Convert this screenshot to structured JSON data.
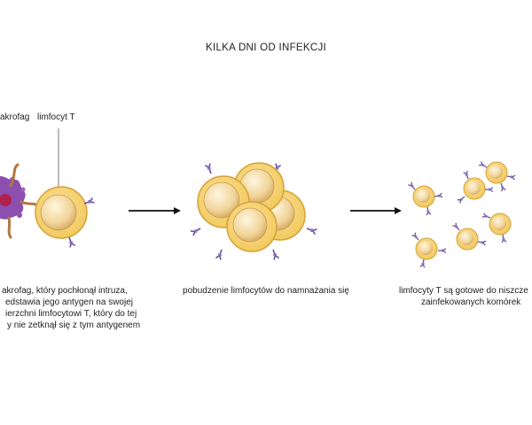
{
  "title": "KILKA DNI OD INFEKCJI",
  "labels": {
    "macrophage": "akrofag",
    "lymphocyte": "limfocyt T"
  },
  "captions": {
    "step1": [
      "akrofag, który pochłonął intruza,",
      "edstawia jego antygen na swojej",
      "ierzchni limfocytowi T, który do tej",
      "y nie zetknął się z tym antygenem"
    ],
    "step2": "pobudzenie limfocytów do namnażania się",
    "step3": [
      "limfocyty T są gotowe do niszcze",
      "zainfekowanych komórek"
    ]
  },
  "colors": {
    "cell_outer": "#f5d37a",
    "cell_rim": "#d4a23a",
    "cell_inner": "#f3dca3",
    "receptor": "#6a4fa0",
    "macrophage": "#8c4fb0",
    "macrophage_core": "#b0224a",
    "antigen_stalk": "#b07840",
    "arrow": "#111111",
    "leader": "#555555"
  },
  "icons": {
    "macrophage": "macrophage-cell",
    "lymphocyte": "t-lymphocyte-cell",
    "arrow": "right-arrow"
  }
}
